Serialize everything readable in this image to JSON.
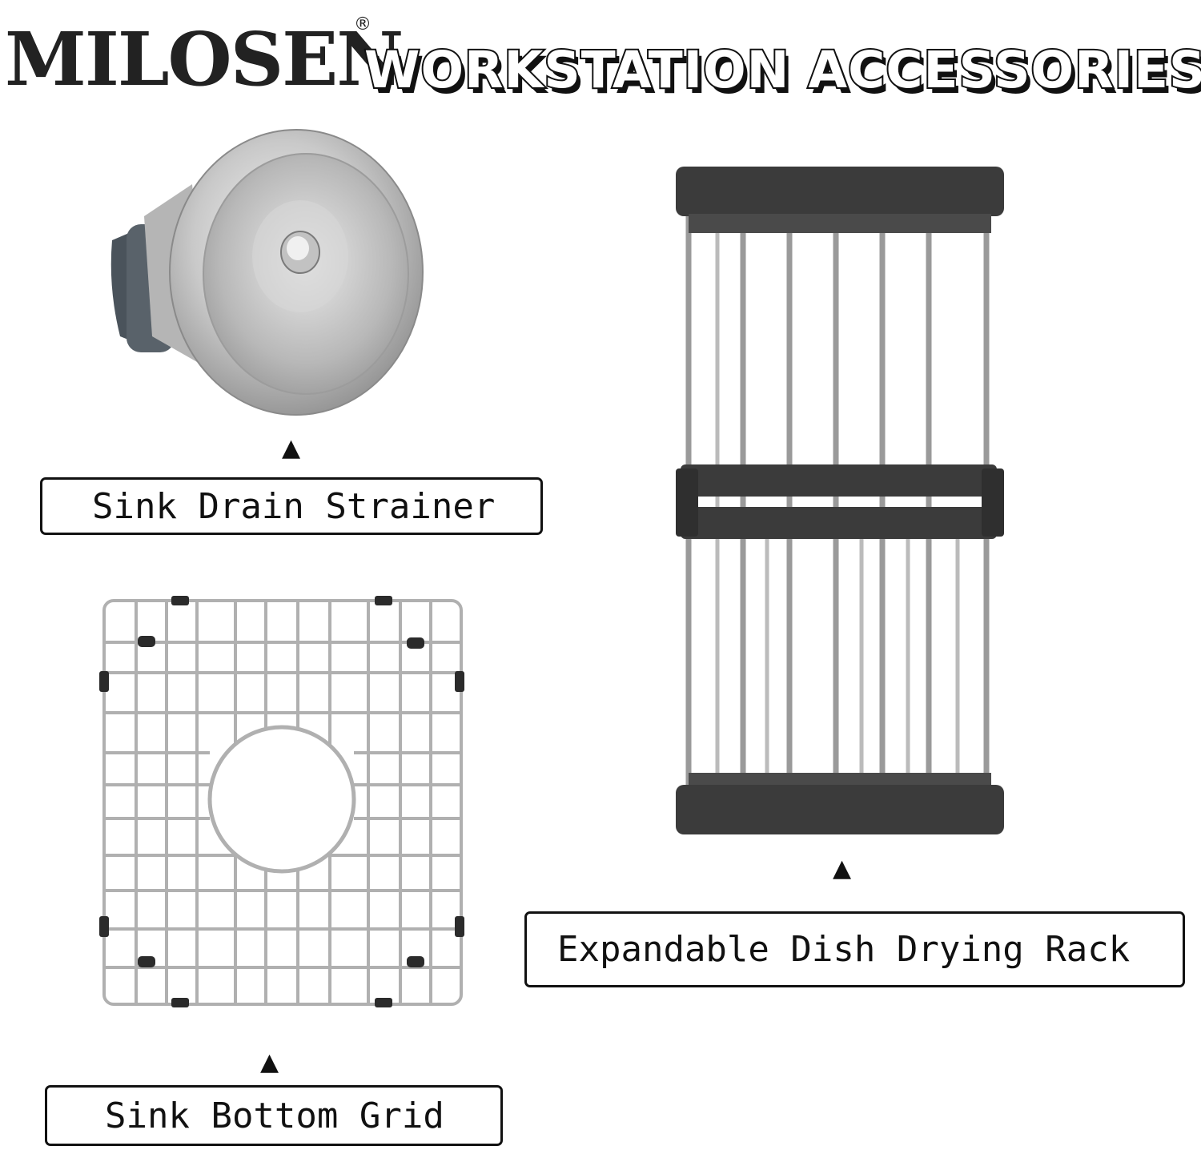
{
  "brand": {
    "name": "MILOSEN",
    "registered_mark": "®"
  },
  "headline": "WORKSTATION ACCESSORIES",
  "products": [
    {
      "label": "Sink Drain Strainer",
      "arrow": "▲"
    },
    {
      "label": "Expandable Dish Drying Rack",
      "arrow": "▲"
    },
    {
      "label": "Sink Bottom Grid",
      "arrow": "▲"
    }
  ],
  "colors": {
    "text": "#111111",
    "background": "#ffffff",
    "steel": "#c9c9c9",
    "rack_black": "#3b3b3b"
  }
}
